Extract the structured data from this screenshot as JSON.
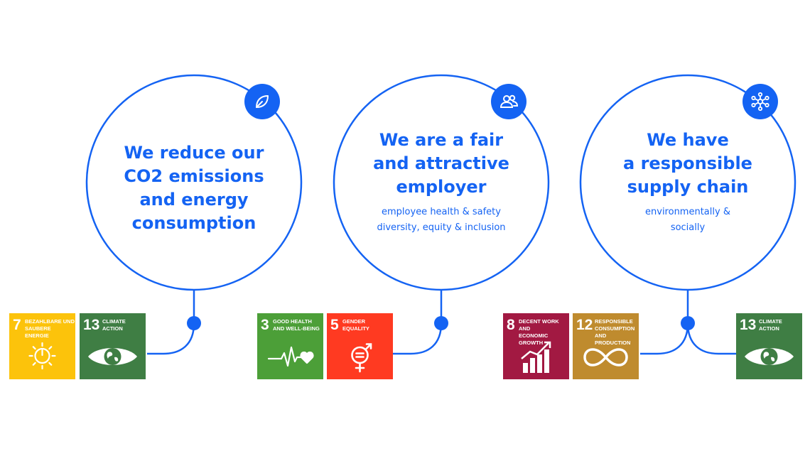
{
  "colors": {
    "brand_blue": "#1463f3",
    "sdg3": "#4c9f38",
    "sdg5": "#ff3a21",
    "sdg7": "#fcc30b",
    "sdg8": "#a21942",
    "sdg12": "#bf8b2e",
    "sdg13": "#3f7e44"
  },
  "pillars": [
    {
      "icon": "leaf-icon",
      "title": [
        "We reduce our",
        "CO2 emissions",
        "and energy",
        "consumption"
      ],
      "subtitle": []
    },
    {
      "icon": "people-icon",
      "title": [
        "We are a fair",
        "and attractive",
        "employer"
      ],
      "subtitle": [
        "employee health & safety",
        "diversity, equity & inclusion"
      ]
    },
    {
      "icon": "network-icon",
      "title": [
        "We have",
        "a responsible",
        "supply chain"
      ],
      "subtitle": [
        "environmentally &",
        "socially"
      ]
    }
  ],
  "sdg_tiles": [
    {
      "number": "7",
      "label": "BEZAHLBARE UND\nSAUBERE ENERGIE",
      "icon": "sun-power-icon",
      "color": "#fcc30b"
    },
    {
      "number": "13",
      "label": "CLIMATE\nACTION",
      "icon": "eye-globe-icon",
      "color": "#3f7e44"
    },
    {
      "number": "3",
      "label": "GOOD HEALTH\nAND WELL-BEING",
      "icon": "heartbeat-icon",
      "color": "#4c9f38"
    },
    {
      "number": "5",
      "label": "GENDER\nEQUALITY",
      "icon": "gender-equality-icon",
      "color": "#ff3a21"
    },
    {
      "number": "8",
      "label": "DECENT WORK AND\nECONOMIC GROWTH",
      "icon": "growth-chart-icon",
      "color": "#a21942"
    },
    {
      "number": "12",
      "label": "RESPONSIBLE\nCONSUMPTION\nAND PRODUCTION",
      "icon": "infinity-icon",
      "color": "#bf8b2e"
    },
    {
      "number": "13",
      "label": "CLIMATE\nACTION",
      "icon": "eye-globe-icon",
      "color": "#3f7e44"
    }
  ]
}
